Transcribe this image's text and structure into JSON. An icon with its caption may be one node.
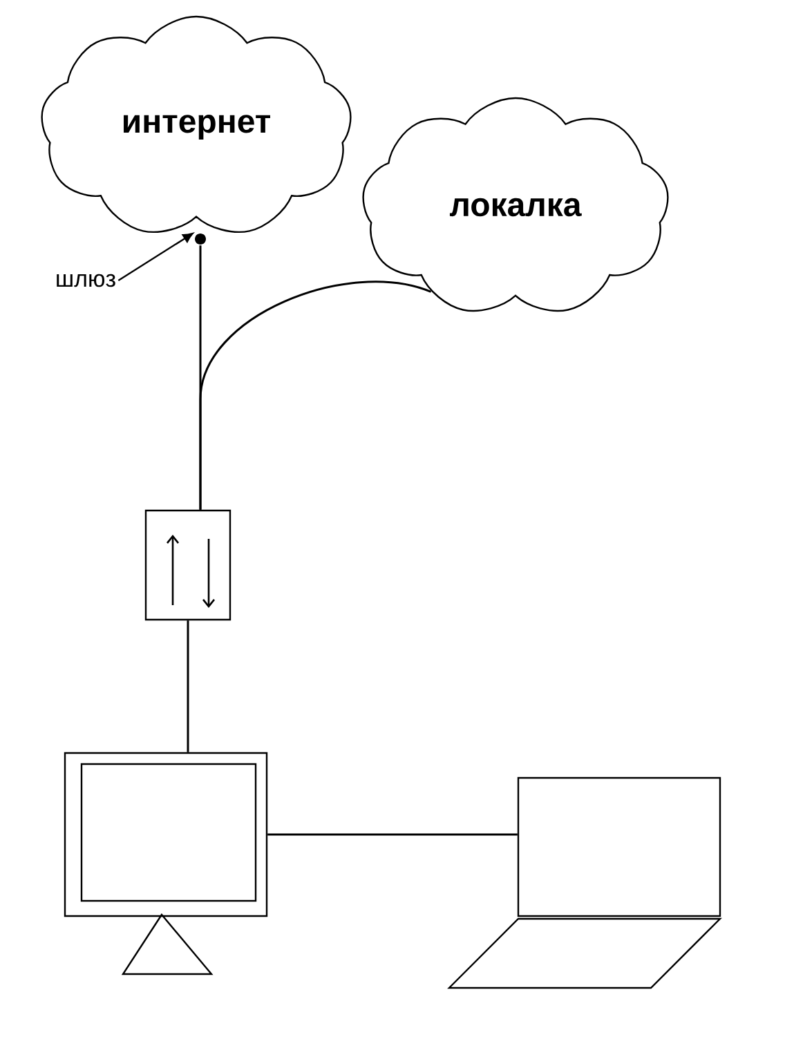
{
  "diagram": {
    "nodes": [
      {
        "text": [
          "интернет"
        ]
      },
      {
        "text": [
          "локалка"
        ]
      },
      {
        "text": [
          "шлюз"
        ]
      },
      {
        "text": [],
        "shape": "circle"
      },
      {
        "text": [],
        "shape": "box"
      },
      {
        "text": [],
        "shape": "monitor"
      },
      {
        "text": [],
        "shape": "laptop"
      }
    ],
    "edges": [
      {
        "from": 2,
        "to": 3,
        "arrow": "to"
      },
      {
        "from": 3,
        "to": 4,
        "arrow": "none"
      },
      {
        "from": 1,
        "to": 4,
        "arrow": "none"
      },
      {
        "from": 4,
        "to": 5,
        "arrow": "none"
      },
      {
        "from": 5,
        "to": 6,
        "arrow": "none"
      }
    ]
  }
}
